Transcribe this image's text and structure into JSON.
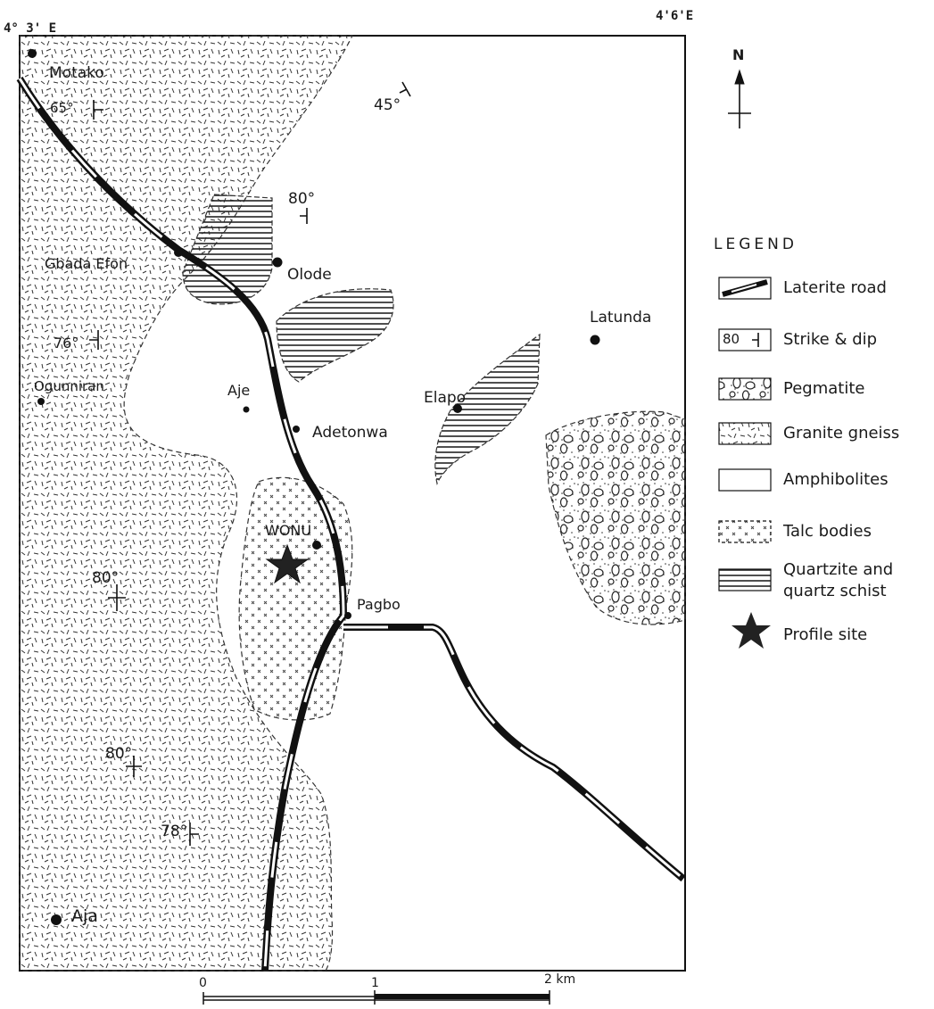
{
  "coords": {
    "left": "4° 3' E",
    "right": "4'6'E"
  },
  "north": {
    "label": "N"
  },
  "places": {
    "motako": "Motako",
    "gbada_efon": "Gbada Efon",
    "olode": "Olode",
    "ogunniran": "Ogunniran",
    "aje": "Aje",
    "adetonwa": "Adetonwa",
    "elapo": "Elapo",
    "latunda": "Latunda",
    "wonu": "WONU",
    "pagbo": "Pagbo",
    "aja": "Aja"
  },
  "dips": {
    "d1": "65°",
    "d2": "45°",
    "d3": "80°",
    "d4": "76°",
    "d5": "80°",
    "d6": "80°",
    "d7": "78°"
  },
  "legend": {
    "title": "LEGEND",
    "items": [
      {
        "label": "Laterite road",
        "icon": "laterite-road-swatch"
      },
      {
        "label": "Strike & dip",
        "icon": "strike-dip-swatch",
        "sample": "80"
      },
      {
        "label": "Pegmatite",
        "icon": "pegmatite-swatch"
      },
      {
        "label": "Granite gneiss",
        "icon": "granite-gneiss-swatch"
      },
      {
        "label": "Amphibolites",
        "icon": "amphibolite-swatch"
      },
      {
        "label": "Talc bodies",
        "icon": "talc-swatch"
      },
      {
        "label": "Quartzite and",
        "label2": "quartz schist",
        "icon": "quartzite-swatch"
      },
      {
        "label": "Profile site",
        "icon": "star-icon"
      }
    ]
  },
  "scale": {
    "t0": "0",
    "t1": "1",
    "t2": "2 km"
  }
}
